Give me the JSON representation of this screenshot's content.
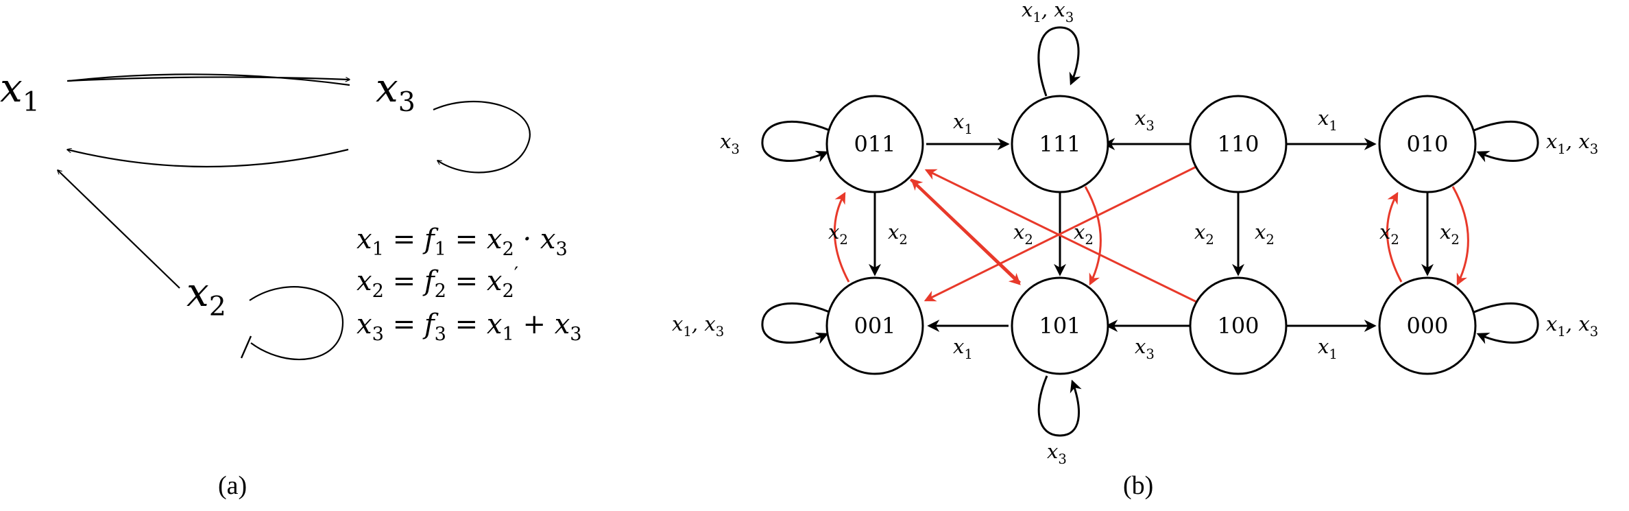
{
  "panel_a": {
    "variables": [
      {
        "base": "x",
        "sub": "1"
      },
      {
        "base": "x",
        "sub": "2"
      },
      {
        "base": "x",
        "sub": "3"
      }
    ],
    "equations": [
      "x1 = f1 = x2 · x3",
      "x2 = f2 = x2′",
      "x3 = f3 = x1 + x3"
    ],
    "caption": "(a)"
  },
  "panel_b": {
    "states": [
      "011",
      "111",
      "110",
      "010",
      "001",
      "101",
      "100",
      "000"
    ],
    "edge_labels": {
      "x1": {
        "base": "x",
        "sub": "1"
      },
      "x2": {
        "base": "x",
        "sub": "2"
      },
      "x3": {
        "base": "x",
        "sub": "3"
      },
      "x1x3": "x1, x3"
    },
    "caption": "(b)"
  },
  "colors": {
    "edge_black": "#000000",
    "edge_red": "#e8392a"
  },
  "icons": [
    "arrow-head-icon",
    "inhibition-bar-icon",
    "self-loop-icon"
  ]
}
